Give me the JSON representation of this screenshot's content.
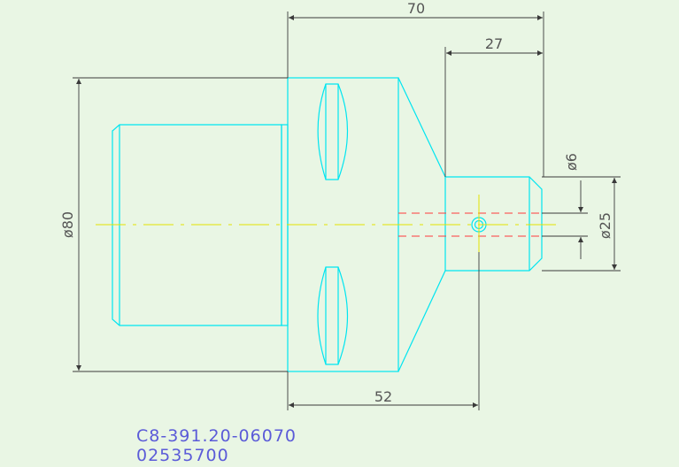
{
  "drawing": {
    "dimensions": {
      "overall_length": "70",
      "shank_length": "27",
      "body_to_axis": "52",
      "flange_diameter": "ø80",
      "bore_diameter": "ø6",
      "shank_diameter": "ø25"
    },
    "part_number": "C8-391.20-06070",
    "order_code": "02535700"
  },
  "colors": {
    "background": "#e9f6e4",
    "outline": "#00e5f0",
    "dimension": "#3a3a3a",
    "centerline": "#e3e300",
    "hidden": "#ff3b3b",
    "text": "#555555",
    "part_text": "#5b5bd8"
  }
}
